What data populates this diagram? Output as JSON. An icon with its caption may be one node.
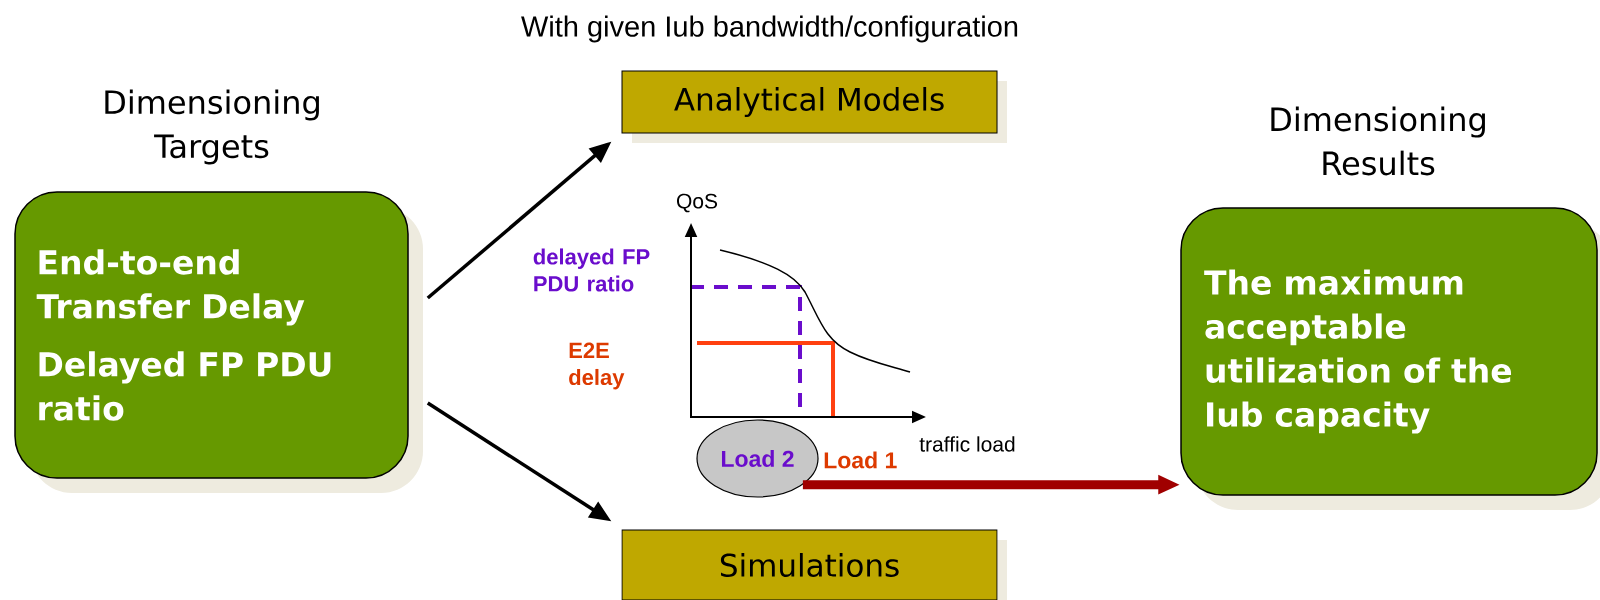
{
  "diagram": {
    "title": "With given Iub bandwidth/configuration",
    "nodes": [
      {
        "text": [
          "Dimensioning Targets",
          "End-to-end Transfer Delay",
          "Delayed FP PDU ratio"
        ]
      },
      {
        "text": [
          "Analytical Models"
        ]
      },
      {
        "text": [
          "Simulations"
        ]
      },
      {
        "text": [
          "Dimensioning Results",
          "The maximum acceptable utilization of the Iub capacity"
        ]
      },
      {
        "text": [
          "Load 2"
        ]
      }
    ],
    "edges": [
      {
        "from": 0,
        "to": 1,
        "arrow": "to"
      },
      {
        "from": 0,
        "to": 2,
        "arrow": "to"
      },
      {
        "from": 4,
        "to": 3,
        "arrow": "to",
        "style": "thick",
        "color": "#a00000"
      }
    ],
    "labels": [
      "QoS",
      "delayed FP PDU ratio",
      "E2E delay",
      "Load 1",
      "traffic load"
    ]
  }
}
